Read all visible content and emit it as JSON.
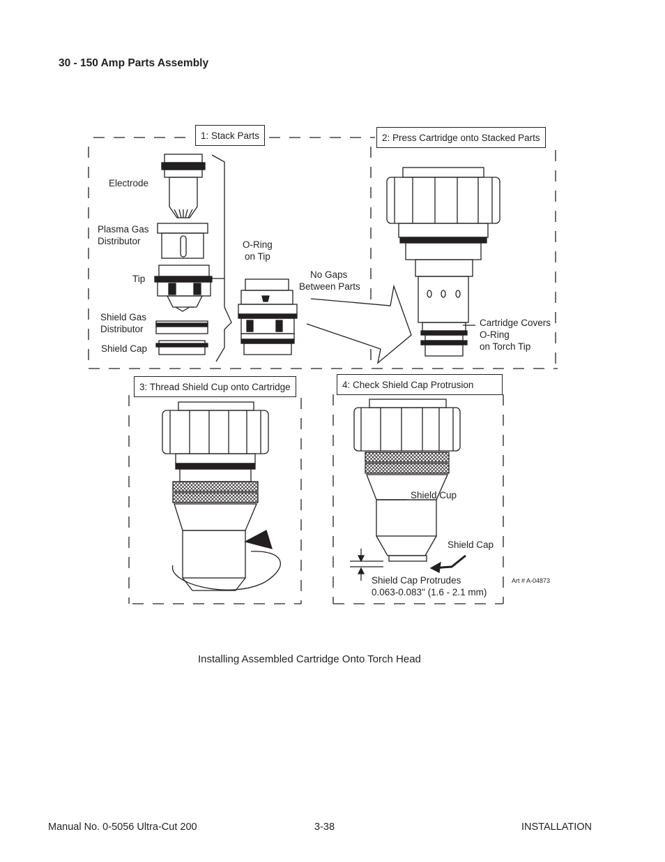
{
  "heading": "30 - 150 Amp Parts Assembly",
  "steps": {
    "step1": "1: Stack Parts",
    "step2": "2: Press Cartridge onto Stacked Parts",
    "step3": "3: Thread Shield Cup onto Cartridge",
    "step4": "4: Check Shield Cap Protrusion"
  },
  "labels": {
    "electrode": "Electrode",
    "plasma_gas_1": "Plasma Gas",
    "plasma_gas_2": "Distributor",
    "tip": "Tip",
    "shield_gas_1": "Shield Gas",
    "shield_gas_2": "Distributor",
    "shield_cap": "Shield Cap",
    "oring_1": "O-Ring",
    "oring_2": "on Tip",
    "nogaps_1": "No Gaps",
    "nogaps_2": "Between Parts",
    "covers_1": "Cartridge Covers",
    "covers_2": "O-Ring",
    "covers_3": "on Torch Tip",
    "shield_cup": "Shield Cup",
    "shield_cap_4": "Shield Cap",
    "protrudes_1": "Shield Cap Protrudes",
    "protrudes_2": "0.063-0.083\" (1.6 - 2.1 mm)",
    "art_no": "Art # A-04873"
  },
  "caption": "Installing Assembled Cartridge Onto Torch Head",
  "footer": {
    "left": "Manual No. 0-5056 Ultra-Cut 200",
    "center": "3-38",
    "right": "INSTALLATION"
  }
}
